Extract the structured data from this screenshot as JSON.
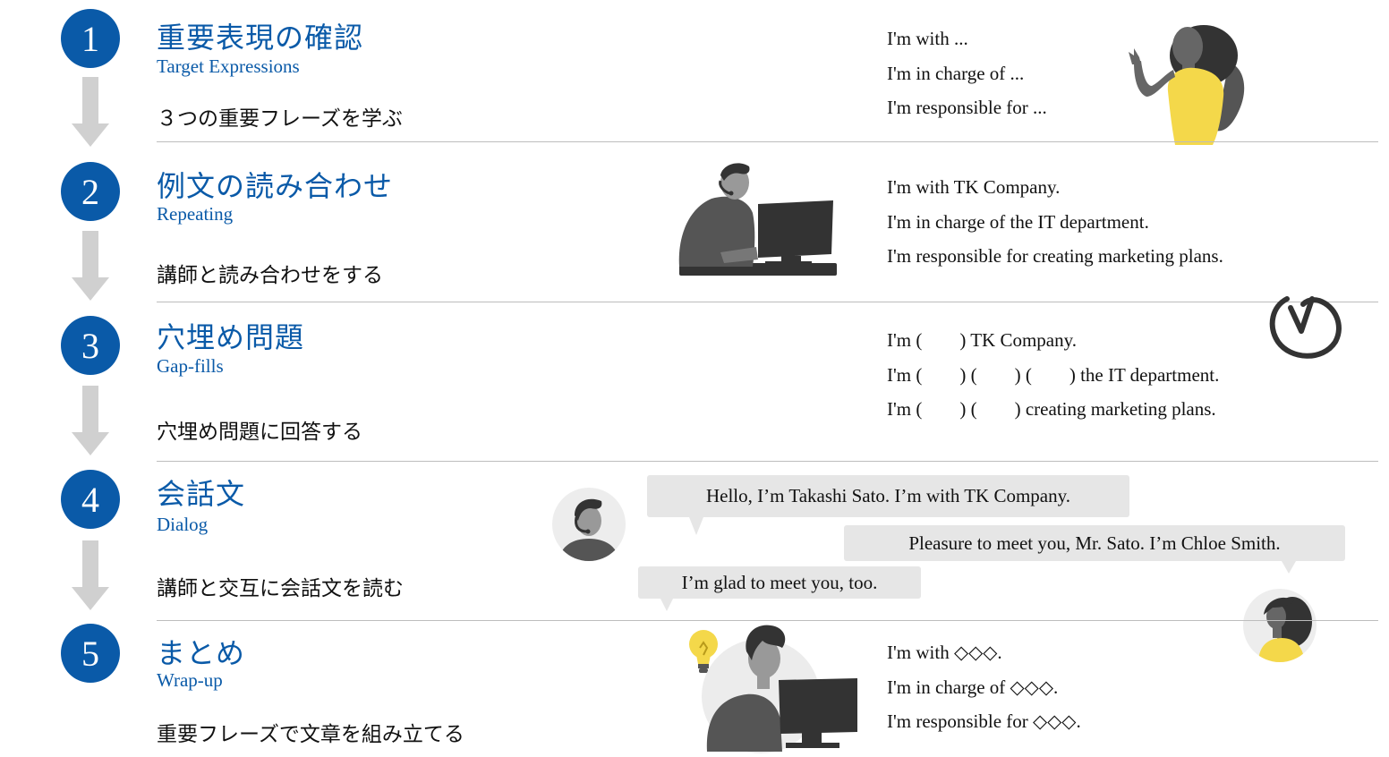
{
  "steps": [
    {
      "number": "1",
      "title": "重要表現の確認",
      "subtitle": "Target Expressions",
      "description": "３つの重要フレーズを学ぶ",
      "lines": [
        "I'm with ...",
        "I'm in charge of ...",
        "I'm responsible for ..."
      ]
    },
    {
      "number": "2",
      "title": "例文の読み合わせ",
      "subtitle": "Repeating",
      "description": "講師と読み合わせをする",
      "lines": [
        "I'm with TK Company.",
        "I'm in charge of the IT department.",
        "I'm responsible for creating marketing plans."
      ]
    },
    {
      "number": "3",
      "title": "穴埋め問題",
      "subtitle": "Gap-fills",
      "description": "穴埋め問題に回答する",
      "lines": [
        "I'm (　　) TK Company.",
        "I'm (　　) (　　) (　　) the IT department.",
        "I'm (　　) (　　) creating marketing plans."
      ]
    },
    {
      "number": "4",
      "title": "会話文",
      "subtitle": "Dialog",
      "description": "講師と交互に会話文を読む",
      "bubbles": [
        "Hello, I’m Takashi Sato. I’m with TK Company.",
        "Pleasure to meet you, Mr. Sato. I’m Chloe Smith.",
        "I’m glad to meet you, too."
      ]
    },
    {
      "number": "5",
      "title": "まとめ",
      "subtitle": "Wrap-up",
      "description": "重要フレーズで文章を組み立てる",
      "lines": [
        "I'm with ◇◇◇.",
        "I'm in charge of ◇◇◇.",
        "I'm responsible for ◇◇◇."
      ]
    }
  ],
  "colors": {
    "accent": "#0a5aa8",
    "arrow": "#d0d0d0",
    "bubble": "#e6e6e6",
    "figure_dark": "#555555",
    "figure_yellow": "#f4d84a"
  },
  "icons": [
    "down-arrow-icon",
    "woman-waving-illustration",
    "headset-operator-illustration",
    "check-mark-icon",
    "man-avatar-icon",
    "woman-avatar-icon",
    "lightbulb-icon",
    "man-at-computer-illustration"
  ]
}
